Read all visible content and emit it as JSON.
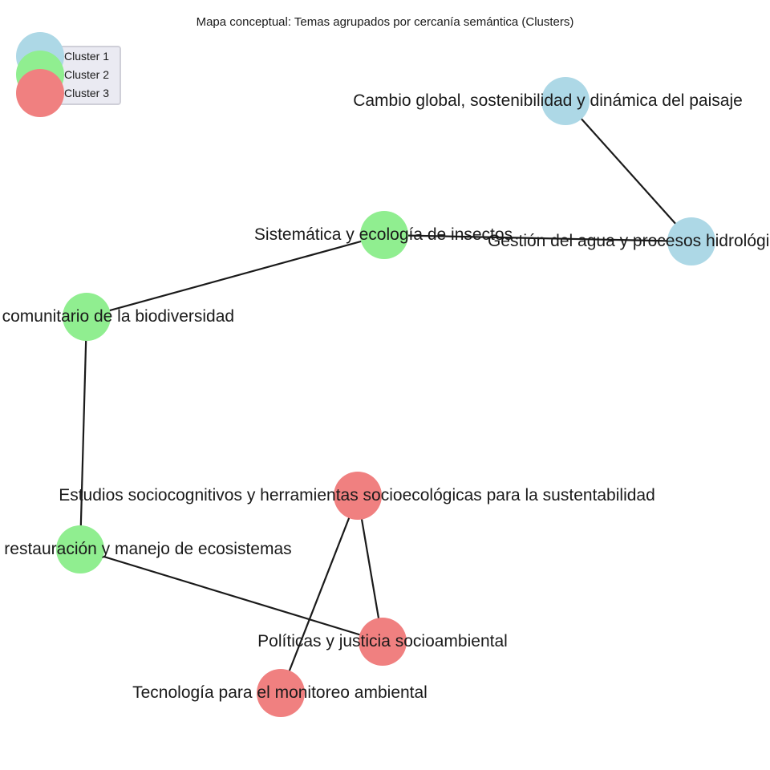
{
  "title": "Mapa conceptual: Temas agrupados por cercanía semántica (Clusters)",
  "legend": [
    {
      "label": "Cluster 1",
      "color": "#add8e6"
    },
    {
      "label": "Cluster 2",
      "color": "#90ee90"
    },
    {
      "label": "Cluster 3",
      "color": "#f08080"
    }
  ],
  "nodes": [
    {
      "id": "n1",
      "label": "Cambio global, sostenibilidad y dinámica del paisaje",
      "cluster": 1
    },
    {
      "id": "n2",
      "label": "Gestión del agua y procesos hidrológicos",
      "cluster": 1
    },
    {
      "id": "n3",
      "label": "Sistemática y ecología de insectos",
      "cluster": 2
    },
    {
      "id": "n4",
      "label": "Manejo comunitario de la biodiversidad",
      "cluster": 2
    },
    {
      "id": "n5",
      "label": "Ecología de la restauración y manejo de ecosistemas",
      "cluster": 2
    },
    {
      "id": "n6",
      "label": "Estudios sociocognitivos y herramientas socioecológicas para la sustentabilidad",
      "cluster": 3
    },
    {
      "id": "n7",
      "label": "Políticas y justicia socioambiental",
      "cluster": 3
    },
    {
      "id": "n8",
      "label": "Tecnología para el monitoreo ambiental",
      "cluster": 3
    }
  ],
  "edges": [
    [
      "n1",
      "n2"
    ],
    [
      "n2",
      "n3"
    ],
    [
      "n3",
      "n4"
    ],
    [
      "n4",
      "n5"
    ],
    [
      "n5",
      "n7"
    ],
    [
      "n6",
      "n7"
    ],
    [
      "n6",
      "n8"
    ]
  ]
}
